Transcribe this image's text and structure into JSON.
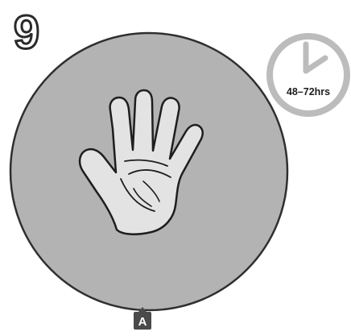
{
  "step": {
    "number": "9"
  },
  "timer": {
    "label": "48–72hrs"
  },
  "marker": {
    "label": "A"
  },
  "colors": {
    "circle_fill": "#b3b3b3",
    "circle_stroke": "#2f2f2f",
    "hand_fill": "#e3e3e3",
    "clock_gray": "#bcbcbc",
    "marker_bg": "#4a4a4a",
    "marker_text": "#ffffff",
    "ink": "#1e1e1e"
  },
  "icons": {
    "hand": "open-palm-hand-icon",
    "timer": "clock-icon",
    "marker": "letter-badge-icon"
  }
}
